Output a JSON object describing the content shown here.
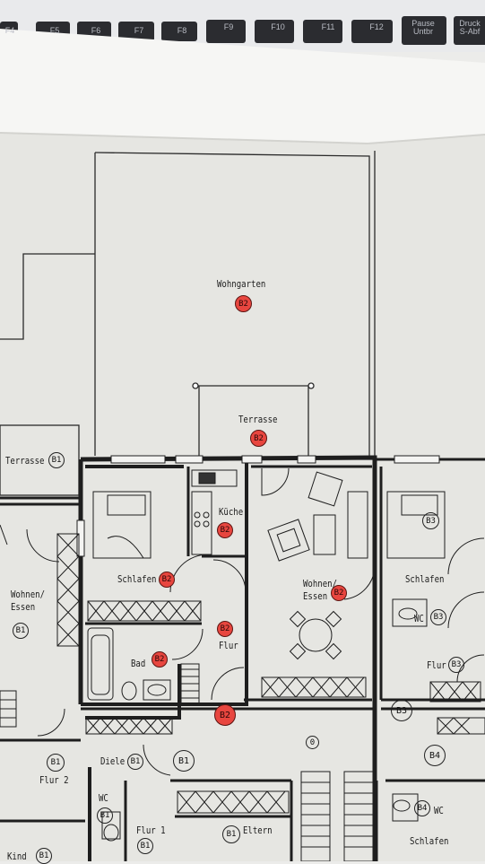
{
  "keyboard": {
    "keys": [
      "F4",
      "F5",
      "F6",
      "F7",
      "F8",
      "F9",
      "F10",
      "F11",
      "F12",
      "Pause\nUntbr",
      "Druck\nS-Abf"
    ]
  },
  "plan": {
    "rooms": {
      "wohngarten": "Wohngarten",
      "terrasse_center": "Terrasse",
      "terrasse_left": "Terrasse",
      "kueche": "Küche",
      "schlafen_center": "Schlafen",
      "wohnen_essen_center": "Wohnen/\nEssen",
      "wohnen_essen_left": "Wohnen/\nEssen",
      "flur_center": "Flur",
      "bad": "Bad",
      "schlafen_right": "Schlafen",
      "wc_right": "WC",
      "flur_right": "Flur",
      "diele": "Diele",
      "flur2": "Flur 2",
      "wc_left": "WC",
      "flur1": "Flur 1",
      "eltern": "Eltern",
      "kind": "Kind",
      "wc_right_lower": "WC",
      "schlafen_right_lower": "Schlafen"
    },
    "tags": {
      "b2": "B2",
      "b1": "B1",
      "b3": "B3",
      "b4": "B4",
      "zero": "0"
    }
  }
}
